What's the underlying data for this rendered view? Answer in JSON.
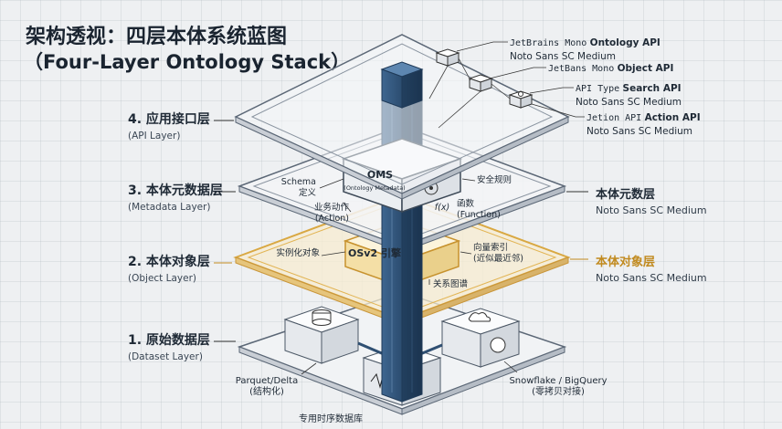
{
  "title": {
    "cn": "架构透视：四层本体系统蓝图",
    "en": "（Four-Layer Ontology Stack）"
  },
  "layers": [
    {
      "cn": "4. 应用接口层",
      "en": "(API Layer)"
    },
    {
      "cn": "3. 本体元数据层",
      "en": "(Metadata Layer)"
    },
    {
      "cn": "2. 本体对象层",
      "en": "(Object Layer)"
    },
    {
      "cn": "1. 原始数据层",
      "en": "(Dataset Layer)"
    }
  ],
  "api_labels": [
    {
      "mono": "JetBrains Mono",
      "bold": "Ontology API",
      "sub": "Noto Sans SC Medium"
    },
    {
      "mono": "JetBans Mono",
      "bold": "Object API",
      "sub": ""
    },
    {
      "mono": "API Type",
      "bold": "Search API",
      "sub": "Noto Sans SC Medium"
    },
    {
      "mono": "Jetion API",
      "bold": "Action API",
      "sub": "Noto Sans SC Medium"
    }
  ],
  "right_labels": [
    {
      "cn": "本体元数层",
      "sub": "Noto Sans SC Medium"
    },
    {
      "cn": "本体对象层",
      "sub": "Noto Sans SC Medium"
    }
  ],
  "oms": {
    "name": "OMS",
    "sub": "(Ontology Metadata)"
  },
  "osv2": {
    "name": "OSv2 引擎"
  },
  "metadata_tags": {
    "schema": "Schema\n定义",
    "action": "业务动作\n(Action)",
    "security": "安全规则",
    "function": "函数\n(Function)",
    "fx": "f(x)"
  },
  "object_tags": {
    "instance": "实例化对象",
    "vector": "向量索引\n(近似最近邻)",
    "graph": "关系图谱"
  },
  "dataset_tags": {
    "parquet": "Parquet/Delta\n(结构化)",
    "snowflake": "Snowflake / BigQuery\n(零拷贝对接)",
    "timeseries": "专用时序数据库"
  },
  "colors": {
    "navy": "#2f4f72",
    "navy_dark": "#1f3a58",
    "gold": "#e2b453",
    "gold_fill": "#f7e6b8",
    "plate": "#f4f6f8",
    "edge": "#5b6776"
  }
}
